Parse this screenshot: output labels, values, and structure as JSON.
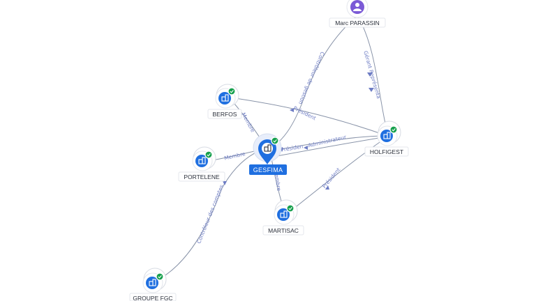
{
  "nodes": {
    "marc": {
      "label": "Marc PARASSIN",
      "kind": "person",
      "icon": "person-icon"
    },
    "berfos": {
      "label": "BERFOS",
      "kind": "company",
      "icon": "building-icon"
    },
    "portelene": {
      "label": "PORTELENE",
      "kind": "company",
      "icon": "building-icon"
    },
    "gesfima": {
      "label": "GESFIMA",
      "kind": "focus-company",
      "icon": "building-icon"
    },
    "holfigest": {
      "label": "HOLFIGEST",
      "kind": "company",
      "icon": "building-icon"
    },
    "martisac": {
      "label": "MARTISAC",
      "kind": "company",
      "icon": "building-icon"
    },
    "groupe": {
      "label": "GROUPE FGC",
      "kind": "company",
      "icon": "building-icon"
    }
  },
  "edges": {
    "marc_holfigest": "Gérant Représentant",
    "marc_gesfima": "Contrôleur de gestion",
    "berfos_gesfima": "Membre",
    "berfos_holfigest": "Président",
    "portelene_gesfima": "Membre",
    "holfigest_gesfima_1": "Président",
    "holfigest_gesfima_2": "Administrateur",
    "martisac_gesfima": "Membre",
    "holfigest_martisac": "Président",
    "groupe_gesfima": "Contrôleur des comptes"
  },
  "colors": {
    "company": "#1f6fe0",
    "person": "#7b5ad6",
    "verified": "#16a04d",
    "edge_line": "#8893a8",
    "edge_label": "#6d7cc4"
  }
}
